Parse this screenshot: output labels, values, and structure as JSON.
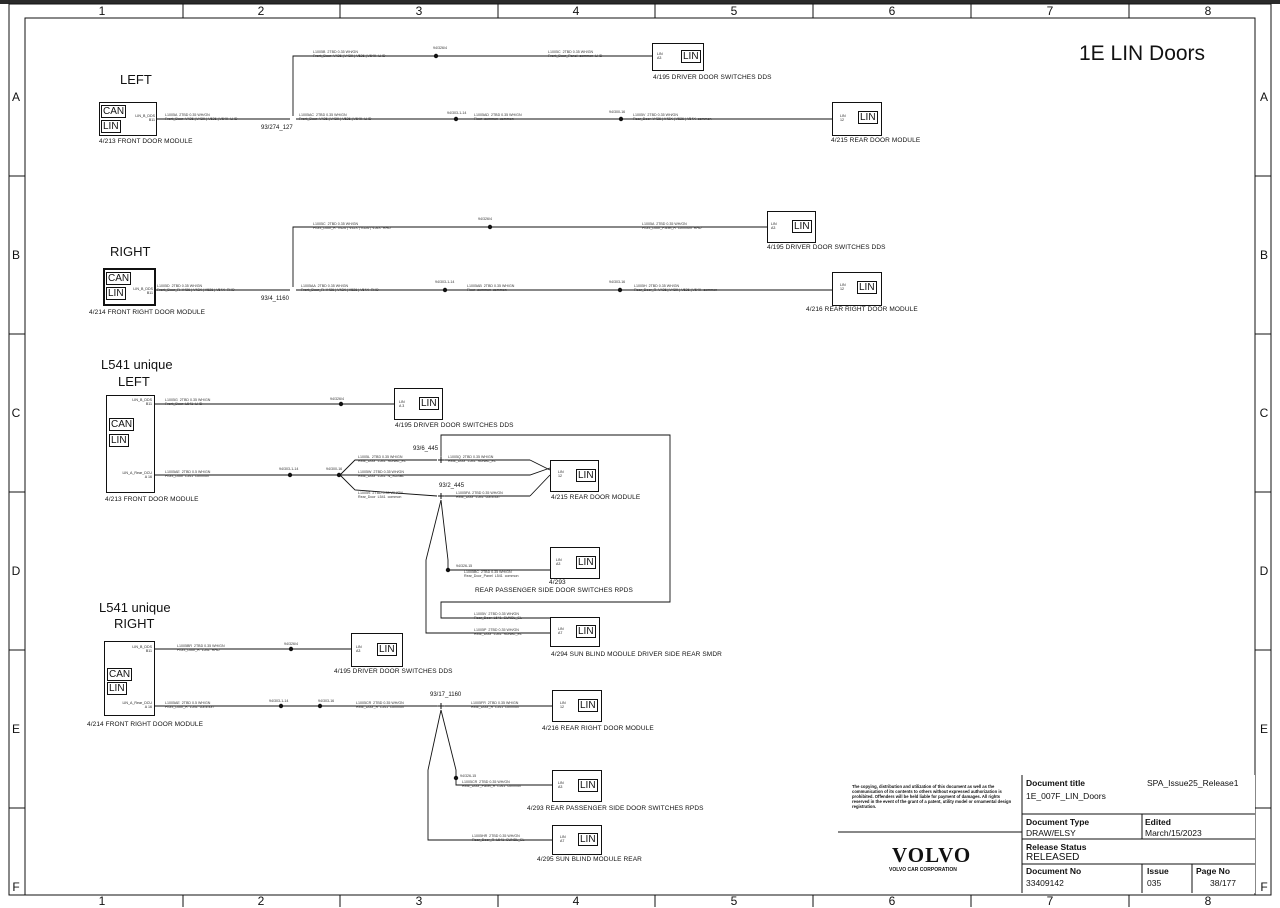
{
  "sheet": {
    "title": "1E LIN Doors",
    "columns": [
      "1",
      "2",
      "3",
      "4",
      "5",
      "6",
      "7",
      "8"
    ],
    "rows": [
      "A",
      "B",
      "C",
      "D",
      "E",
      "F"
    ]
  },
  "sections": {
    "left": "LEFT",
    "right": "RIGHT",
    "l541_1": "L541 unique",
    "l541_left": "LEFT",
    "l541_2": "L541 unique",
    "l541_right": "RIGHT"
  },
  "modules": {
    "a_fdm_can": "CAN",
    "a_fdm_lin": "LIN",
    "a_fdm_pin": "LIN_B_DDS\nB11",
    "a_fdm_cap": "4/213   FRONT DOOR MODULE",
    "a_dds_pin": "LIN\nA3",
    "a_dds_lin": "LIN",
    "a_dds_cap": "4/195  DRIVER DOOR SWITCHES DDS",
    "a_rdm_pin": "LIN\n12",
    "a_rdm_lin": "LIN",
    "a_rdm_cap": "4/215  REAR DOOR MODULE",
    "b_fdm_can": "CAN",
    "b_fdm_lin": "LIN",
    "b_fdm_pin": "LIN_B_DDS\nB11",
    "b_fdm_cap": "4/214   FRONT RIGHT DOOR MODULE",
    "b_dds_pin": "LIN\nA3",
    "b_dds_lin": "LIN",
    "b_dds_cap": "4/195  DRIVER DOOR SWITCHES DDS",
    "b_rdm_pin": "LIN\n12",
    "b_rdm_lin": "LIN",
    "b_rdm_cap": "4/216  REAR RIGHT DOOR MODULE",
    "c_fdm_can": "CAN",
    "c_fdm_lin": "LIN",
    "c_fdm_pin1": "LIN_B_DDS\nB11",
    "c_fdm_pin2": "LIN_A_Rear_DCU\nA 16",
    "c_fdm_cap": "4/213   FRONT DOOR MODULE",
    "c_dds_pin": "LIN  \nA 3",
    "c_dds_lin": "LIN",
    "c_dds_cap": "4/195  DRIVER DOOR SWITCHES DDS",
    "c_rdm_pin": "LIN\n12",
    "c_rdm_lin": "LIN",
    "c_rdm_cap": "4/215   REAR DOOR MODULE",
    "c_rpds_pin": "LIN\nA3",
    "c_rpds_lin": "LIN",
    "c_rpds_cap1": "4/293",
    "c_rpds_cap2": "REAR PASSENGER SIDE DOOR SWITCHES RPDS",
    "c_smdr_pin": "LIN\nA7",
    "c_smdr_lin": "LIN",
    "c_smdr_cap": "4/294    SUN BLIND MODULE DRIVER SIDE REAR SMDR",
    "e_fdm_can": "CAN",
    "e_fdm_lin": "LIN",
    "e_fdm_pin1": "LIN_B_DDS\nB11",
    "e_fdm_pin2": "LIN_A_Rear_DCU\nA 16",
    "e_fdm_cap": "4/214   FRONT RIGHT DOOR MODULE",
    "e_dds_pin": "LIN\nA3",
    "e_dds_lin": "LIN",
    "e_dds_cap": "4/195  DRIVER DOOR SWITCHES DDS",
    "e_rdm_pin": "LIN\n12",
    "e_rdm_lin": "LIN",
    "e_rdm_cap": "4/216  REAR RIGHT DOOR MODULE",
    "e_rpds_pin": "LIN\nA3",
    "e_rpds_lin": "LIN",
    "e_rpds_cap": "4/293   REAR PASSENGER SIDE DOOR SWITCHES RPDS",
    "e_sbm_pin": "LIN\nA7",
    "e_sbm_lin": "LIN",
    "e_sbm_cap": "4/295    SUN BLIND MODULE REAR"
  },
  "junctions": {
    "a": "93/274_127",
    "b": "93/4_1160",
    "c1": "93/6_445",
    "c2": "93/2_445",
    "e": "93/17_1160"
  },
  "wires": {
    "a1": "L1005A  2TBD 0.35 WH/GN\nFront_Door  V426 | V42X | V526 | V54X  LHD",
    "a2": "L1005B  2TBD 0.35 WH/GN\nFront_Door  V426 | V42X | V526 | V54X  LHD",
    "a3": "L1005C  2TBD 0.35 WH/GN\nFront_Door_Panel  common  LHD",
    "a4": "L1005AC  2TBD 0.35 WH/GN\nFront_Door  V426 | V42X | V526 | V54X  LHD",
    "a5": "L1005AD  2TBD 0.35 WH/GN\nFloor  common  common",
    "a6": "L1005V  2TBD 0.35 WH/GN\nRear_Door  V426 | V42X | V526 | V54X  common",
    "b1": "L1005D  2TBD 0.35 WH/GN\nFront_Door_R  V426 | V42X | V526 | V54X  RHD",
    "b2": "L1005AA  2TBD 0.35 WH/GN\nFront_Door_R  V426 | V42X | V526 | V54X  RHD",
    "b3": "L1005AB  2TBD 0.35 WH/GN\nFloor  common  common",
    "b4": "L1005H  2TBD 0.35 WH/GN\nRear_Door_R  V426 | V42X | V526 | V54X  common",
    "b5": "L1005C  2TBD 0.35 WH/GN\nFront_Door_R  V426 | V42X | V526 | V54X  RHD",
    "b6": "L1005A  2TBD 0.35 WH/GN\nFront_Door_Panel_R  common  RHD",
    "c1": "L1005G  2TBD 0.35 WH/GN\nFront_Door  L541  LHD",
    "c2": "L1005AE  2TBD 0.5 WH/GN\nFront_Door  L541  common",
    "c3": "L1005L  2TBD 0.35 WH/GN\nRear_Door  L541  SUNBL_EL",
    "c4": "L1005W  2TBD 0.35 WH/GN\nRear_Door  L541  N_SUNBL",
    "c5": "L1005S  2TBD 0.35 WH/GN\nRear_Door  L541  common",
    "c6": "L1005Q  2TBD 0.35 WH/GN\nRear_Door  L541  SUNBL_EL",
    "c7": "L1005FA  2TBD 0.35 WH/GN\nRear_Door  L541  common",
    "c8": "L1005BC  2TBD 0.35 WH/GN\nRear_Door_Panel  L541  common",
    "c9": "L1005V  2TBD 0.35 WH/GN\nRear_Door  L541  SUNBL_EL",
    "c10": "L1005P  2TBD 0.35 WH/GN\nRear_Door  L541  SUNBL_EL",
    "e1": "L1005BR  2TBD 0.35 WH/GN\nFront_Door_R  L541  RHD",
    "e2": "L1005AE  2TBD 0.5 WH/GN\nFront_Door_R  L541  common",
    "e3": "L1005CR  2TBD 0.35 WH/GN\nRear_Door_R  L541  common",
    "e4": "L1005FR  2TBD 0.35 WH/GN\nRear_Door_R  L541  common",
    "e5": "L1005CR  2TBD 0.35 WH/GN\nRear_Door_Panel_R  L541  common",
    "e6": "L1005HR  2TBD 0.35 WH/GN\nRear_Door_R  L541  SUNBL_EL"
  },
  "splices": {
    "a1": "94/326/4",
    "a2": "94/303-1-14",
    "a3": "94/300-16",
    "b1": "94/326/4",
    "b2": "94/303-1-14",
    "b3": "94/303-16",
    "c1": "94/326/4",
    "c2": "94/303-1-14",
    "c3": "94/300-16",
    "c4": "94/326-15",
    "e1": "94/326/4",
    "e2": "94/303-1-14",
    "e3": "94/303-16",
    "e4": "94/326-15"
  },
  "titleblock": {
    "disclaimer": "The copying, distribution and utilization of this document as well as the communication of its contents to others without expressed authorization is prohibited. Offenders will be held liable for payment of damages. All rights reserved in the event of the grant of a patent, utility model or ornamental design registration.",
    "brand": "VOLVO",
    "brand_sub": "VOLVO CAR CORPORATION",
    "doc_title_label": "Document title",
    "doc_title_ref": "SPA_Issue25_Release1",
    "doc_title": "1E_007F_LIN_Doors",
    "doc_type_label": "Document Type",
    "doc_type": "DRAW/ELSY",
    "edited_label": "Edited",
    "edited": "March/15/2023",
    "release_label": "Release Status",
    "release": "RELEASED",
    "doc_no_label": "Document No",
    "doc_no": "33409142",
    "issue_label": "Issue",
    "issue": "035",
    "page_label": "Page No",
    "page": "38/177"
  }
}
